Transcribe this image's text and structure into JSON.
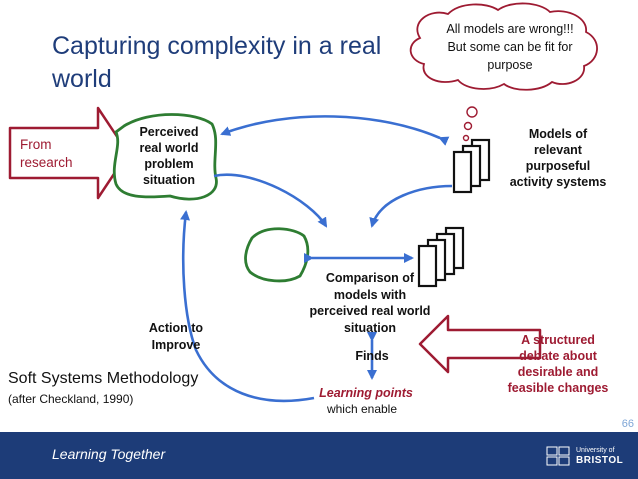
{
  "title": "Capturing complexity in a real world",
  "thought_bubble": "All models are wrong!!! But some can be fit for purpose",
  "from_research": "From research",
  "perceived_situation": "Perceived real world problem situation",
  "models_label": "Models of relevant purposeful activity systems",
  "comparison_label": "Comparison of models with perceived real world situation",
  "finds_label": "Finds",
  "learning_points": "Learning points",
  "which_enable": "which enable",
  "action_label": "Action to Improve",
  "structured_debate": "A structured debate about desirable and feasible changes",
  "ssm_title": "Soft Systems Methodology",
  "ssm_citation": "(after Checkland, 1990)",
  "slide_number": "66",
  "footer_text": "Learning Together",
  "logo": {
    "line1": "University of",
    "line2": "BRISTOL"
  },
  "colors": {
    "title": "#1f3d7a",
    "arrow_blue": "#3a6fd1",
    "blob_green": "#2e7d32",
    "red_arrow": "#9e1b32",
    "footer": "#1d3c78"
  }
}
